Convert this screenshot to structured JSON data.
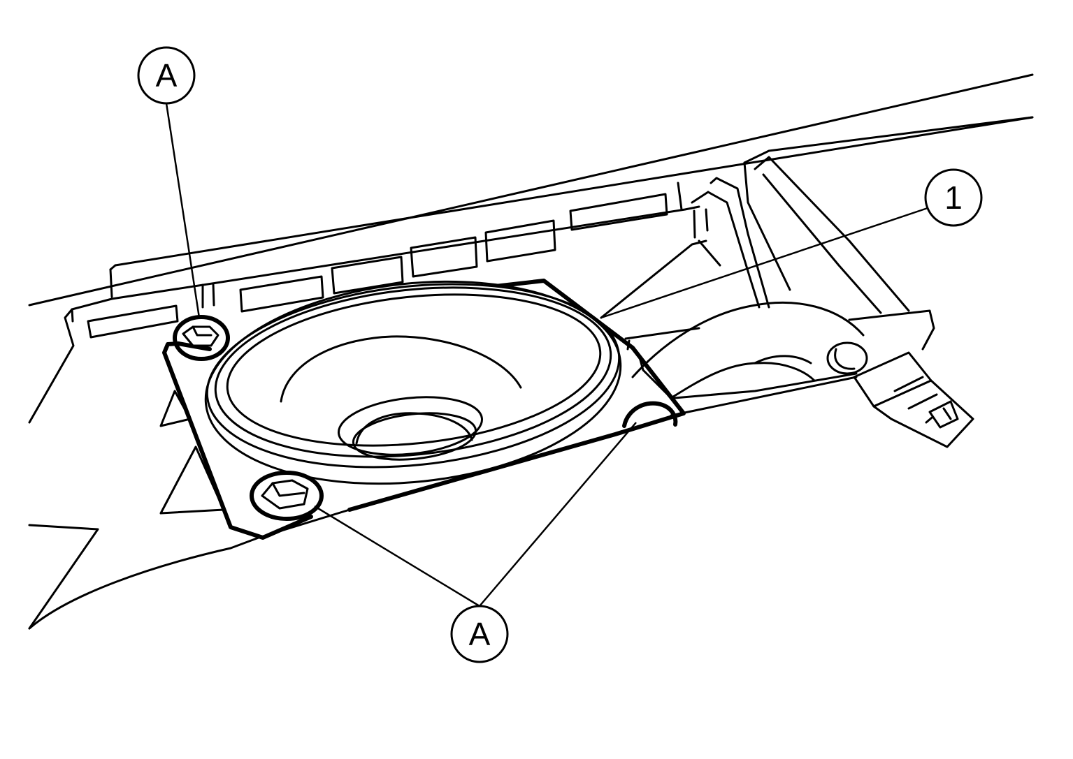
{
  "callouts": {
    "bolt_top_left": "A",
    "bolts_bottom": "A",
    "speaker": "1"
  }
}
